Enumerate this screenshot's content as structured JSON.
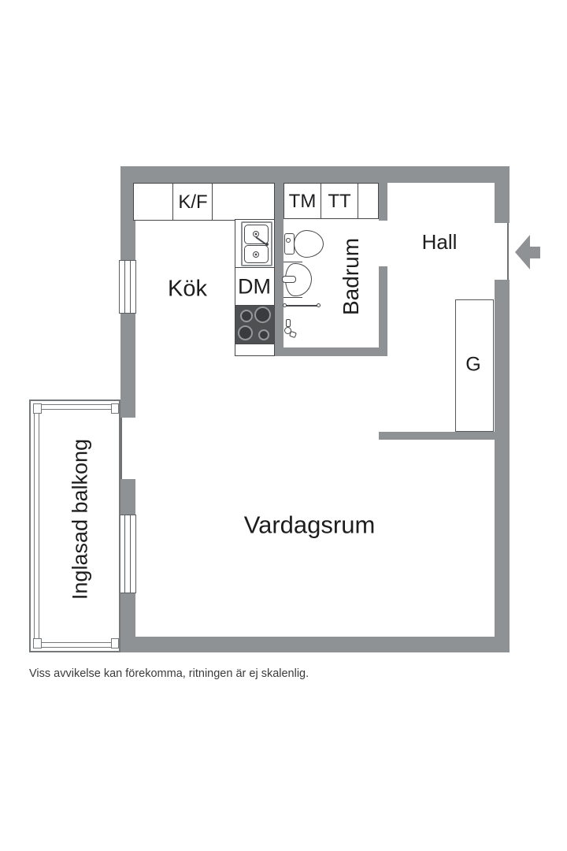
{
  "floorplan": {
    "rooms": {
      "kitchen": "Kök",
      "bathroom": "Badrum",
      "hall": "Hall",
      "living_room": "Vardagsrum",
      "balcony": "Inglasad balkong",
      "wardrobe": "G"
    },
    "appliances": {
      "fridge_freezer": "K/F",
      "washing_machine": "TM",
      "tumble_dryer": "TT",
      "dishwasher": "DM"
    },
    "disclaimer": "Viss avvikelse kan förekomma, ritningen är ej skalenlig.",
    "colors": {
      "wall": "#8f9295",
      "stove": "#4e5052",
      "line": "#45474a",
      "frame": "#75787b",
      "text": "#1d1d1f",
      "muted": "#3b3b3d"
    }
  }
}
